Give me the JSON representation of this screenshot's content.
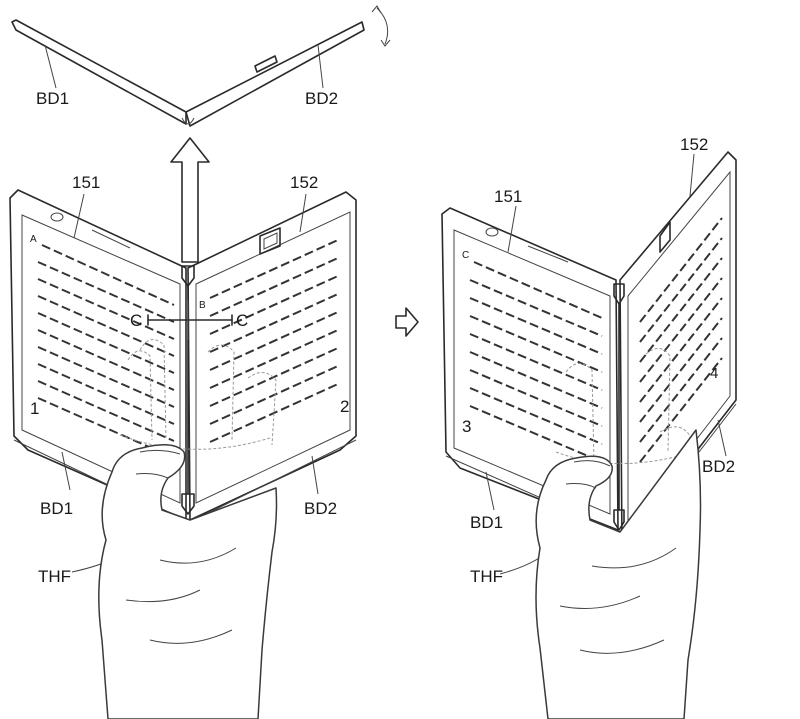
{
  "labels": {
    "top_bd1": "BD1",
    "top_bd2": "BD2",
    "left_151": "151",
    "left_152": "152",
    "left_A": "A",
    "left_B": "B",
    "left_C_left": "C",
    "left_C_right": "C",
    "left_1": "1",
    "left_2": "2",
    "left_bd1": "BD1",
    "left_bd2": "BD2",
    "left_thf": "THF",
    "right_151": "151",
    "right_152": "152",
    "right_C": "C",
    "right_3": "3",
    "right_4": "4",
    "right_bd1": "BD1",
    "right_bd2": "BD2",
    "right_thf": "THF"
  },
  "icons": [
    "fold-direction-arrow-icon",
    "double-headed-curved-arrow-icon",
    "transition-arrow-icon"
  ]
}
